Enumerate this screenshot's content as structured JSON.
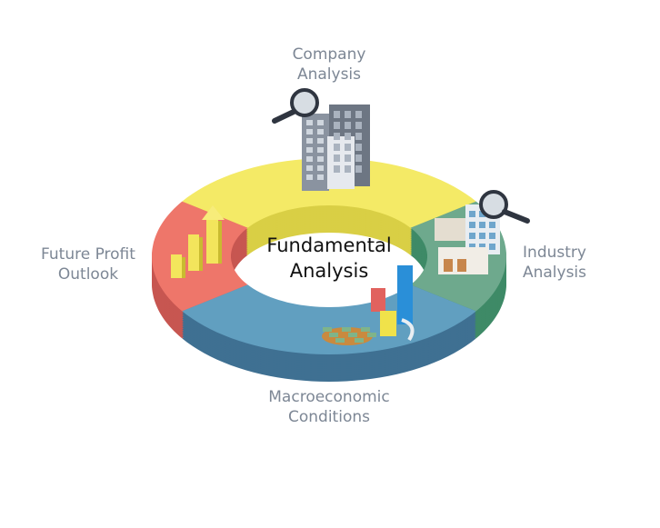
{
  "center_title": {
    "line1": "Fundamental",
    "line2": "Analysis"
  },
  "segments": [
    {
      "id": "company",
      "line1": "Company",
      "line2": "Analysis",
      "top_color": "#f4ea66",
      "side_color": "#d9cf45",
      "icon": "office-buildings-magnifier-icon"
    },
    {
      "id": "industry",
      "line1": "Industry",
      "line2": "Analysis",
      "top_color": "#6ea98d",
      "side_color": "#3e8a67",
      "icon": "factory-magnifier-icon"
    },
    {
      "id": "macro",
      "line1": "Macroeconomic",
      "line2": "Conditions",
      "top_color": "#619fc0",
      "side_color": "#3f7092",
      "icon": "money-blocks-icon"
    },
    {
      "id": "future",
      "line1": "Future Profit",
      "line2": "Outlook",
      "top_color": "#ee766a",
      "side_color": "#c75651",
      "icon": "rising-bar-chart-icon"
    }
  ]
}
